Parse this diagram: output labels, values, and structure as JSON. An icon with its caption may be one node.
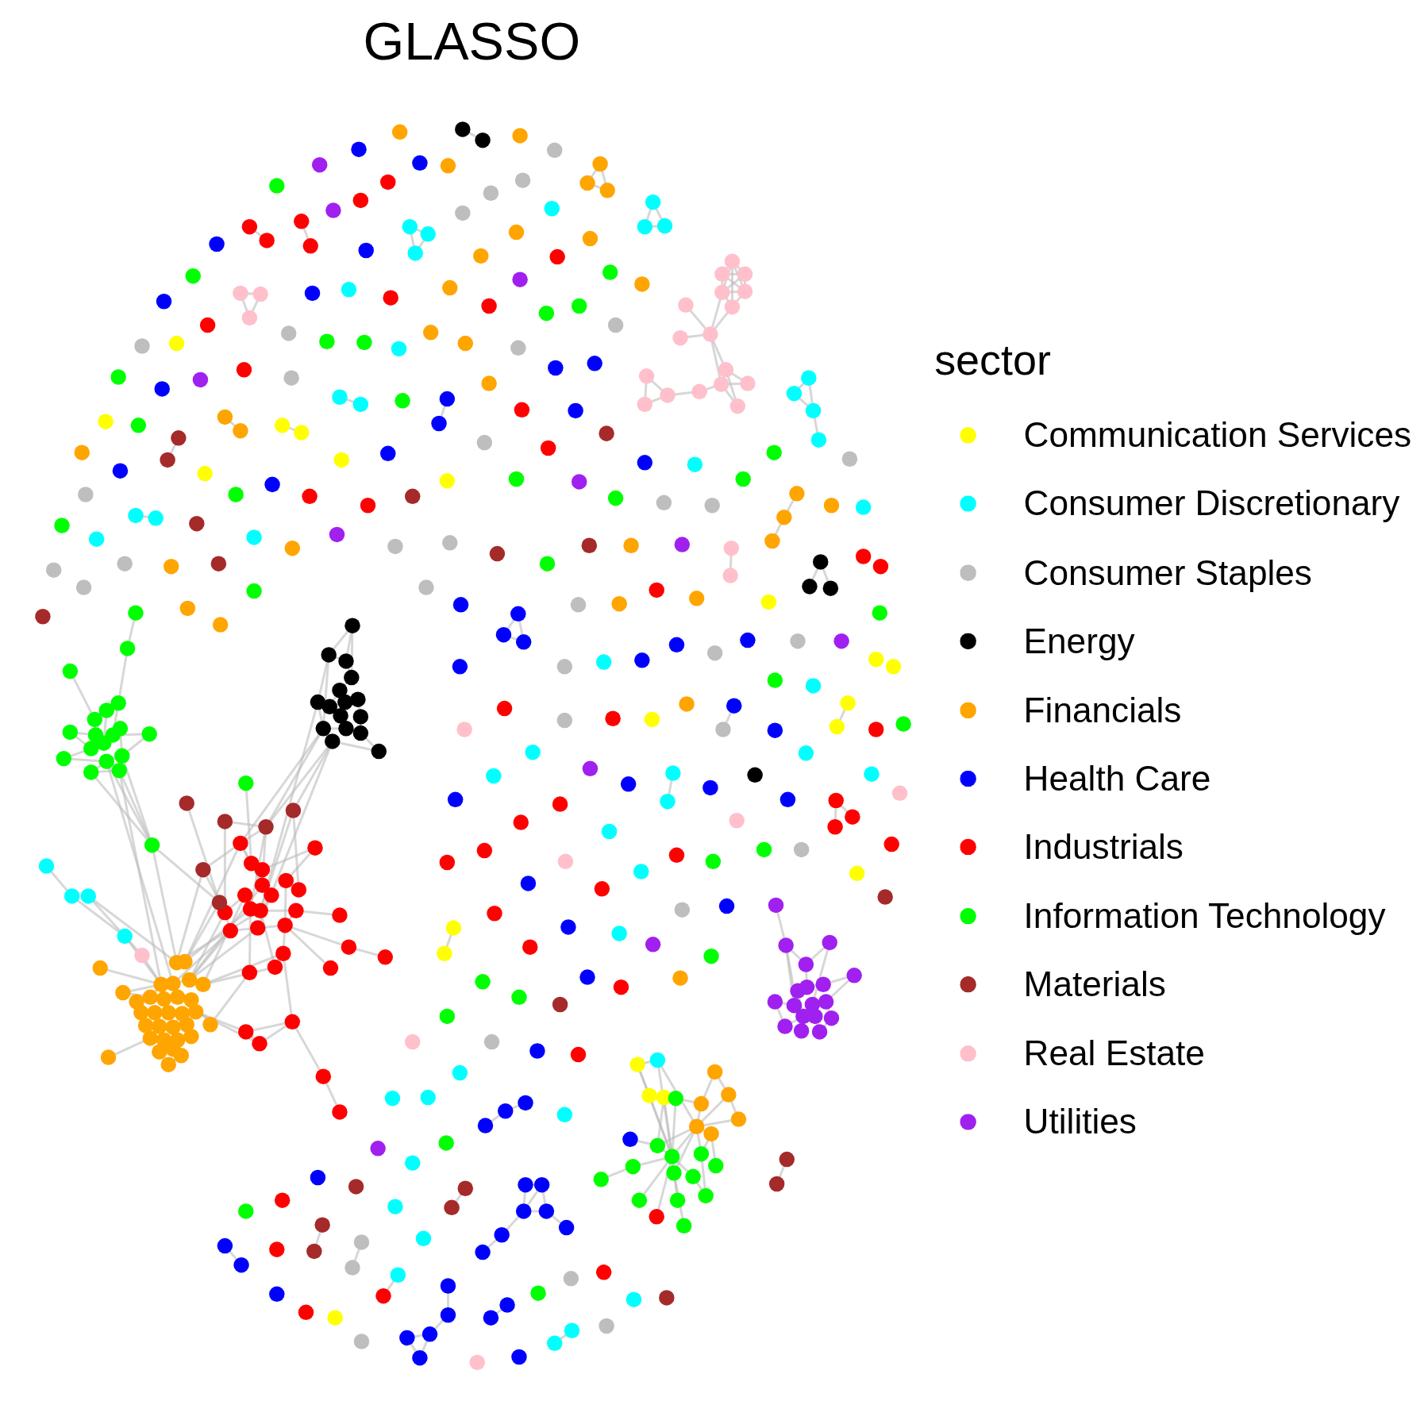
{
  "diagram": {
    "title": "GLASSO",
    "labels": [
      "sector"
    ],
    "legend": [
      {
        "text": "Communication Services",
        "color": "#ffff00"
      },
      {
        "text": "Consumer Discretionary",
        "color": "#00ffff"
      },
      {
        "text": "Consumer Staples",
        "color": "#bebebe"
      },
      {
        "text": "Energy",
        "color": "#000000"
      },
      {
        "text": "Financials",
        "color": "#ffa500"
      },
      {
        "text": "Health Care",
        "color": "#0000ff"
      },
      {
        "text": "Industrials",
        "color": "#ff0000"
      },
      {
        "text": "Information Technology",
        "color": "#00ff00"
      },
      {
        "text": "Materials",
        "color": "#a52a2a"
      },
      {
        "text": "Real Estate",
        "color": "#ffc0cb"
      },
      {
        "text": "Utilities",
        "color": "#a020f0"
      }
    ]
  }
}
